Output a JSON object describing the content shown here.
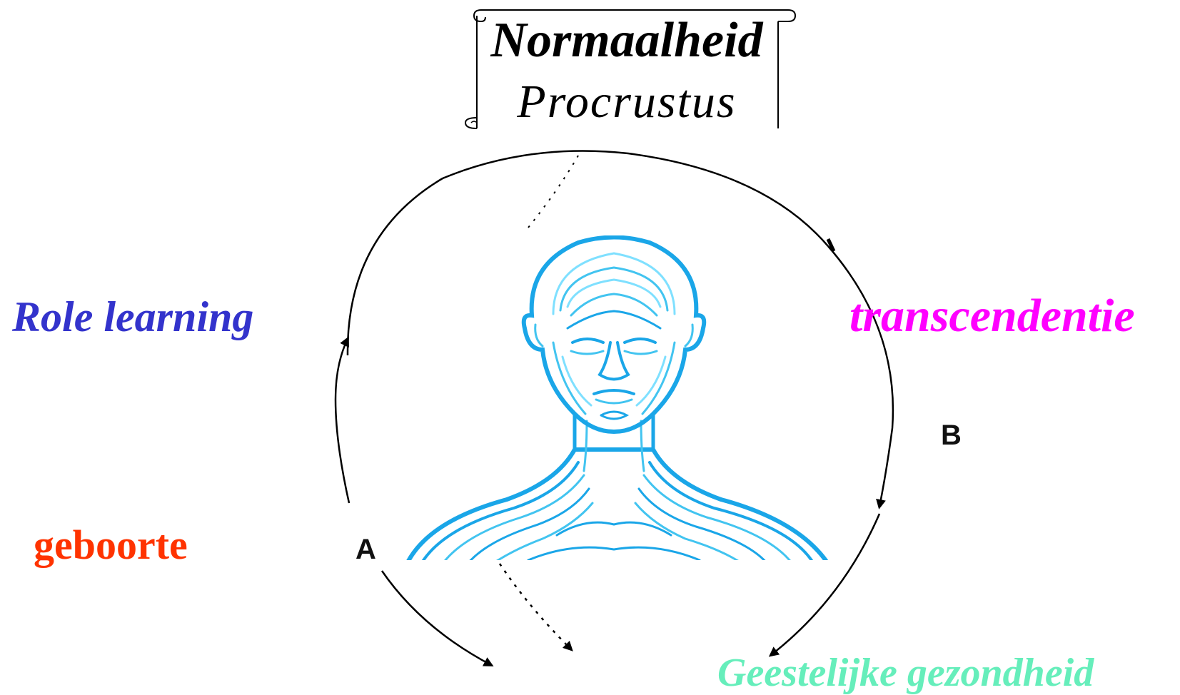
{
  "scroll": {
    "title": "Normaalheid",
    "subtitle": "Procrustus"
  },
  "labels": {
    "role_learning": {
      "text": "Role learning",
      "color": "#3333cc"
    },
    "transcendentie": {
      "text": "transcendentie",
      "color": "#ff00ff"
    },
    "geboorte": {
      "text": "geboorte",
      "color": "#ff3300"
    },
    "geestelijke_gezondheid": {
      "text": "Geestelijke gezondheid",
      "color": "#66eebb"
    }
  },
  "points": {
    "a": "A",
    "b": "B"
  },
  "colors": {
    "head": "#1aa6e8",
    "head_light": "#7fe0ff",
    "arrows": "#000000"
  },
  "icons": [
    "scroll-banner",
    "human-head-illustration",
    "cycle-arrows"
  ]
}
